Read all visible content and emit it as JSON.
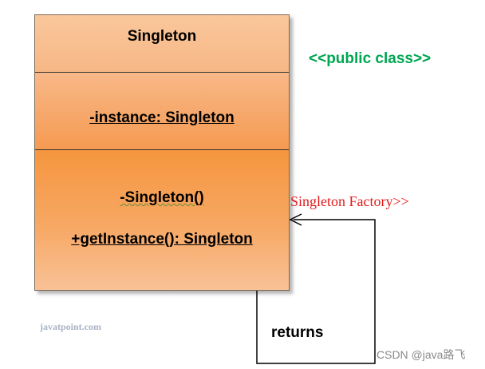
{
  "class_box": {
    "name": "Singleton",
    "attribute": "-instance: Singleton",
    "operations": [
      "-Singleton()",
      "+getInstance(): Singleton"
    ]
  },
  "stereotype": "<<public class>>",
  "factory_label": "Singleton Factory>>",
  "returns_label": "returns",
  "watermark": "javatpoint.com",
  "csdn_mark": "CSDN @java路飞",
  "colors": {
    "class_fill_top": "#f9c79c",
    "class_fill_mid": "#f59a52",
    "stereotype_text": "#00a651",
    "factory_text": "#e31a1c",
    "watermark_text": "#a9b3c4"
  }
}
